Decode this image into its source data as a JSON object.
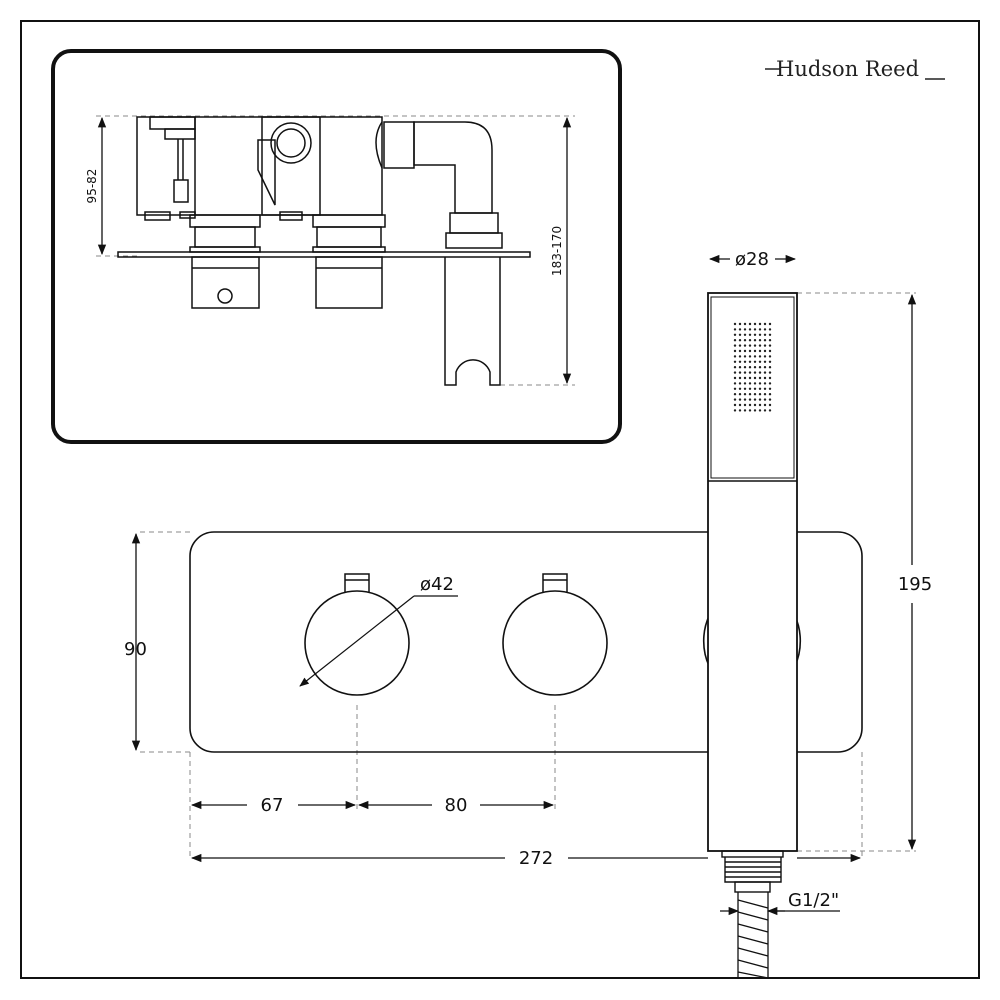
{
  "brand": {
    "name": "Hudson Reed"
  },
  "side_view": {
    "depth_dim": "95-82",
    "total_dim": "183-170"
  },
  "front_view": {
    "height_dim": "90",
    "knob_diameter": "ø42",
    "left_offset": "67",
    "knob_spacing": "80",
    "total_width": "272"
  },
  "handset": {
    "diameter": "ø28",
    "length": "195",
    "connection": "G1/2\""
  }
}
